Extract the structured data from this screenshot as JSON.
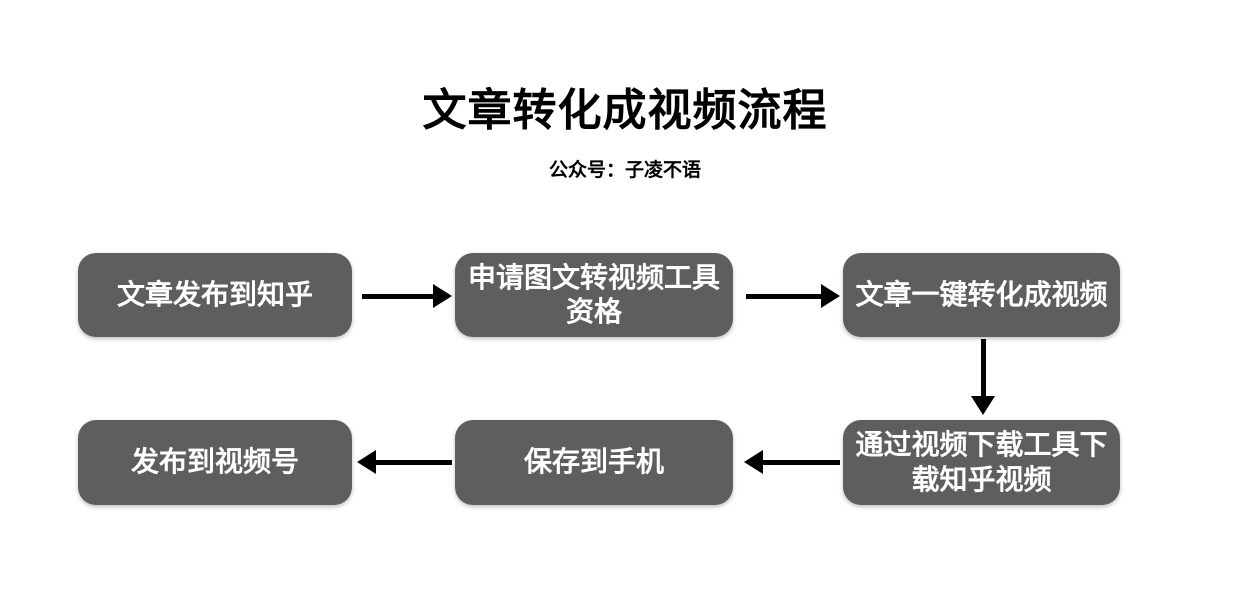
{
  "title": "文章转化成视频流程",
  "subtitle": "公众号：子凌不语",
  "colors": {
    "node_fill": "#5e5e5e",
    "node_text": "#ffffff",
    "arrow": "#000000",
    "background": "#ffffff"
  },
  "diagram": {
    "type": "flowchart",
    "nodes": [
      {
        "id": "n1",
        "label": "文章发布到知乎"
      },
      {
        "id": "n2",
        "label": "申请图文转视频工具资格"
      },
      {
        "id": "n3",
        "label": "文章一键转化成视频"
      },
      {
        "id": "n4",
        "label": "通过视频下载工具下载知乎视频"
      },
      {
        "id": "n5",
        "label": "保存到手机"
      },
      {
        "id": "n6",
        "label": "发布到视频号"
      }
    ],
    "edges": [
      {
        "from": "n1",
        "to": "n2",
        "direction": "right"
      },
      {
        "from": "n2",
        "to": "n3",
        "direction": "right"
      },
      {
        "from": "n3",
        "to": "n4",
        "direction": "down"
      },
      {
        "from": "n4",
        "to": "n5",
        "direction": "left"
      },
      {
        "from": "n5",
        "to": "n6",
        "direction": "left"
      }
    ]
  }
}
